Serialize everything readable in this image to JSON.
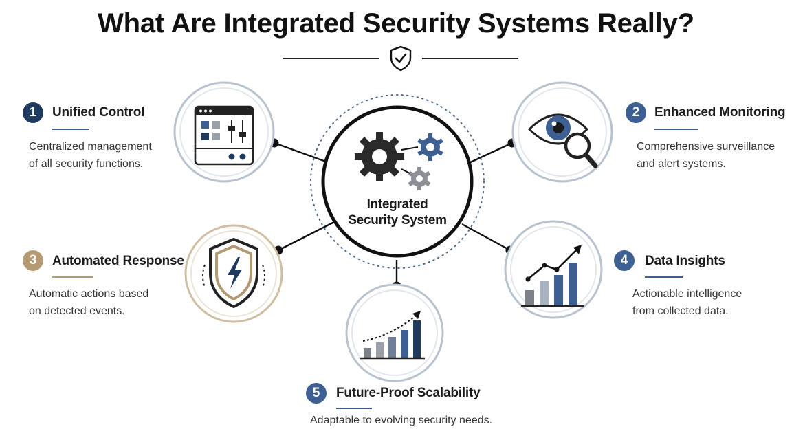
{
  "title": "What Are Integrated Security Systems Really?",
  "center": {
    "line1": "Integrated",
    "line2": "Security System"
  },
  "colors": {
    "navy": "#1e3a5f",
    "blue": "#3d5f91",
    "gold": "#b39a73",
    "gray": "#8c8f96",
    "ring": "#b8c3cf"
  },
  "features": [
    {
      "number": "1",
      "label": "Unified Control",
      "desc1": "Centralized management",
      "desc2": "of all security functions.",
      "icon": "dashboard-icon"
    },
    {
      "number": "2",
      "label": "Enhanced Monitoring",
      "desc1": "Comprehensive surveillance",
      "desc2": "and alert systems.",
      "icon": "eye-magnifier-icon"
    },
    {
      "number": "3",
      "label": "Automated Response",
      "desc1": "Automatic actions based",
      "desc2": "on detected events.",
      "icon": "shield-bolt-icon"
    },
    {
      "number": "4",
      "label": "Data Insights",
      "desc1": "Actionable intelligence",
      "desc2": "from collected data.",
      "icon": "bar-chart-icon"
    },
    {
      "number": "5",
      "label": "Future-Proof Scalability",
      "desc1": "Adaptable to evolving security needs.",
      "icon": "growth-chart-icon"
    }
  ]
}
